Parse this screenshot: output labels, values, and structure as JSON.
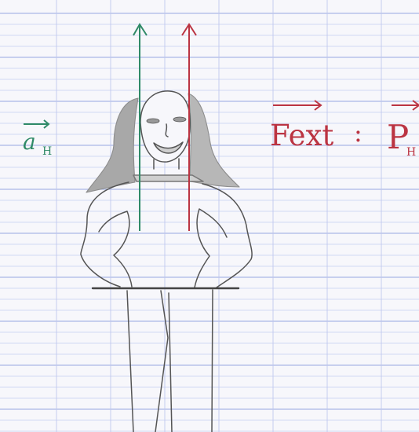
{
  "diagram": {
    "labels": {
      "acceleration_symbol": "a",
      "acceleration_subscript": "H",
      "force_symbol": "Fext",
      "equals": ":",
      "weight_symbol": "P",
      "weight_subscript": "H"
    },
    "colors": {
      "paper": "#f7f7fb",
      "grid_line": "#b9c4ea",
      "margin_line": "#e4b0c2",
      "pencil": "#555555",
      "hair": "#8d8d8d",
      "acceleration_arrow": "#2f8a67",
      "force_arrow": "#bb3442"
    }
  }
}
